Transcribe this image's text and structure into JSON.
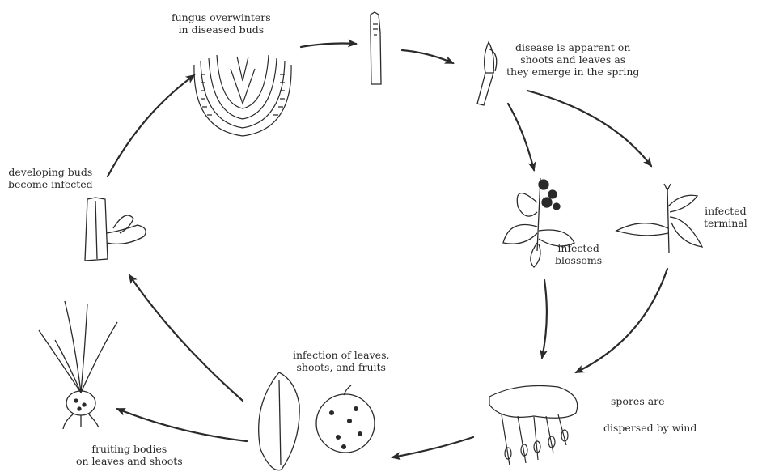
{
  "diagram": {
    "stroke_color": "#2a2a2a",
    "background": "#ffffff",
    "stages": {
      "overwinter": [
        "fungus overwinters",
        "in diseased buds"
      ],
      "spring": [
        "disease is apparent on",
        "shoots and leaves as",
        "they emerge in the spring"
      ],
      "blossoms": [
        "infected",
        "blossoms"
      ],
      "terminal": [
        "infected",
        "terminal"
      ],
      "spores_a": "spores are",
      "spores_b": "dispersed by wind",
      "infection": [
        "infection of leaves,",
        "shoots, and fruits"
      ],
      "fruiting": [
        "fruiting bodies",
        "on leaves and shoots"
      ],
      "developing": [
        "developing buds",
        "become infected"
      ]
    }
  }
}
